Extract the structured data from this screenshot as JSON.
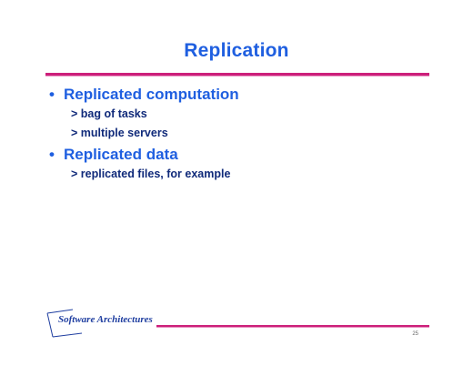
{
  "slide": {
    "title": "Replication",
    "bullets": [
      {
        "text": "Replicated computation",
        "subitems": [
          "> bag of tasks",
          "> multiple servers"
        ]
      },
      {
        "text": "Replicated data",
        "subitems": [
          "> replicated files, for example"
        ]
      }
    ],
    "bullet_glyph": "•",
    "footer_text": "Software Architectures",
    "page_number": "25"
  },
  "colors": {
    "title": "#1f5fe0",
    "bullet": "#1f5fe0",
    "subitem": "#102a7a",
    "rule": "#cc1f7a"
  }
}
